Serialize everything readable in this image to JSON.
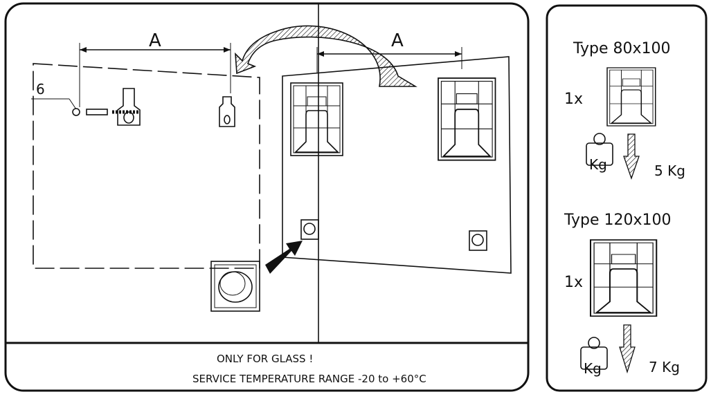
{
  "main_panel": {
    "dimension_left": "A",
    "dimension_right": "A",
    "part_number": "6",
    "note_line1": "ONLY FOR GLASS !",
    "note_line2": "SERVICE TEMPERATURE RANGE -20 to +60°C"
  },
  "side_panel": {
    "types": [
      {
        "title": "Type 80x100",
        "quantity": "1x",
        "weight_icon_label": "Kg",
        "max_load": "5 Kg"
      },
      {
        "title": "Type 120x100",
        "quantity": "1x",
        "weight_icon_label": "Kg",
        "max_load": "7 Kg"
      }
    ]
  }
}
